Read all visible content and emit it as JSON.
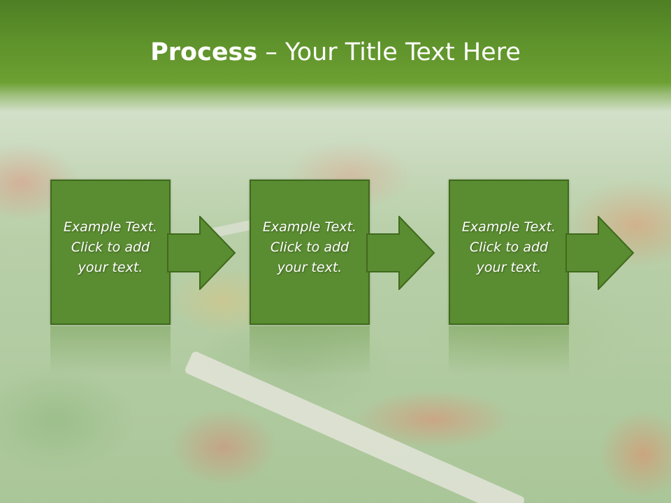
{
  "slide": {
    "title_bold": "Process",
    "title_rest": " – Your Title Text Here",
    "colors": {
      "title_bar": "#5e922b",
      "box_fill": "#5a8c31",
      "box_border": "#3f6a1c",
      "text": "#ffffff"
    },
    "steps": [
      {
        "text": "Example Text.\nClick  to add\nyour text."
      },
      {
        "text": "Example Text.\nClick  to add\nyour text."
      },
      {
        "text": "Example Text.\nClick  to add\nyour text."
      }
    ],
    "arrow_icon": "right-arrow-icon"
  }
}
